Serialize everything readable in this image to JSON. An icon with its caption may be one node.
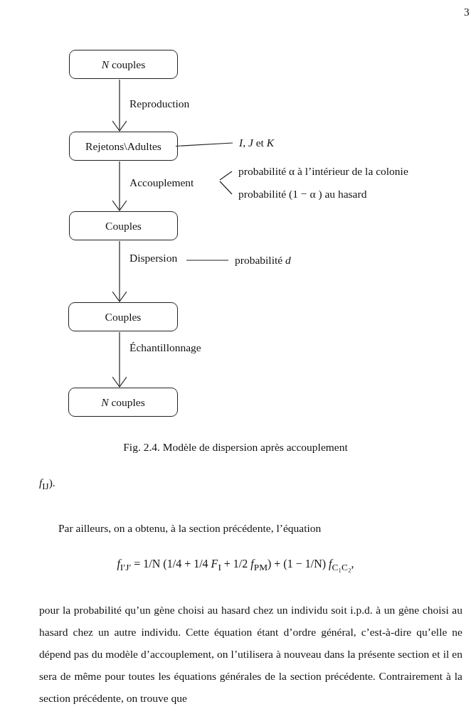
{
  "diagram": {
    "caption": "Fig. 2.4.  Modèle de dispersion après accouplement",
    "nodes": [
      {
        "text": [
          "*N* couples"
        ]
      },
      {
        "text": [
          "Rejetons\\Adultes"
        ]
      },
      {
        "text": [
          "Couples"
        ]
      },
      {
        "text": [
          "Couples"
        ]
      },
      {
        "text": [
          "*N* couples"
        ]
      },
      {
        "text": [
          "*I*, *J* et *K*"
        ]
      },
      {
        "text": [
          "probabilité α à l’intérieur de la colonie"
        ]
      },
      {
        "text": [
          "probabilité (1 − α ) au hasard"
        ]
      },
      {
        "text": [
          "probabilité *d*"
        ]
      }
    ],
    "edges": [
      {
        "from": 0,
        "to": 1,
        "arrow": "to",
        "label": "Reproduction"
      },
      {
        "from": 1,
        "to": 2,
        "arrow": "to",
        "label": "Accouplement"
      },
      {
        "from": 2,
        "to": 3,
        "arrow": "to",
        "label": "Dispersion"
      },
      {
        "from": 3,
        "to": 4,
        "arrow": "to",
        "label": "Échantillonnage"
      },
      {
        "from": 1,
        "to": 5,
        "arrow": "none"
      },
      {
        "from": null,
        "to": 6,
        "arrow": "none"
      },
      {
        "from": null,
        "to": 7,
        "arrow": "none"
      },
      {
        "from": null,
        "to": 8,
        "arrow": "none"
      }
    ],
    "labels": [
      "3",
      "*f*$_{IJ}$).",
      "Par ailleurs, on a obtenu, à la section précédente, l’équation",
      "*f*$_{I′J′}$ = 1/N (1/4 + 1/4 *F*$_{I}$ + 1/2 *f*$_{PM}$) + (1 − 1/N) *f*$_{C₁C₂}$,",
      "pour la probabilité qu’un gène choisi au hasard chez un individu soit i.p.d. à un gène choisi au hasard chez un autre individu. Cette équation étant d’ordre général, c’est-à-dire qu’elle ne dépend pas du modèle d’accouplement, on l’utilisera à nouveau dans la présente section et il en sera de même pour toutes les équations générales de la section précédente. Contrairement à la section précédente, on trouve que"
    ]
  }
}
